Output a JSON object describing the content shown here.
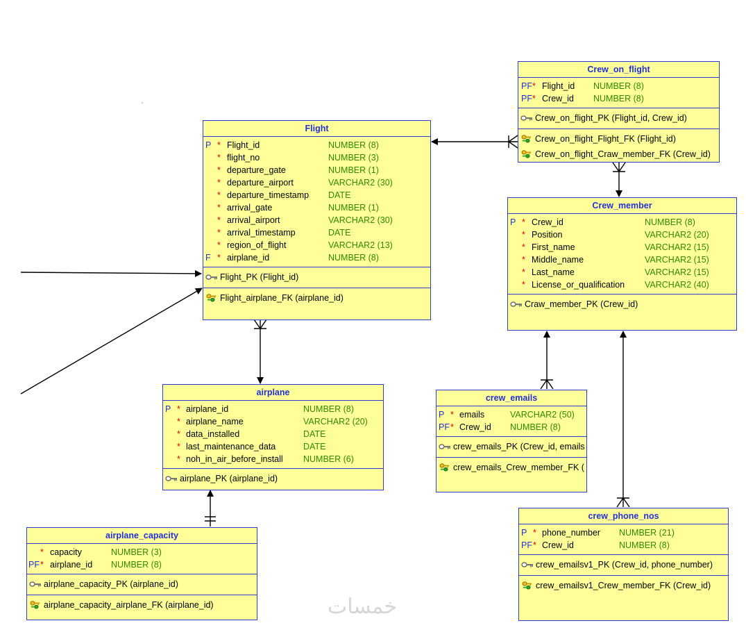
{
  "tables": {
    "crew_on_flight": {
      "title": "Crew_on_flight",
      "columns": [
        {
          "prefix": "PF",
          "star": "*",
          "name": "Flight_id",
          "type": "NUMBER (8)"
        },
        {
          "prefix": "PF",
          "star": "*",
          "name": "Crew_id",
          "type": "NUMBER (8)"
        }
      ],
      "pk": [
        "Crew_on_flight_PK (Flight_id, Crew_id)"
      ],
      "fk": [
        "Crew_on_flight_Flight_FK (Flight_id)",
        "Crew_on_flight_Craw_member_FK (Crew_id)"
      ]
    },
    "flight": {
      "title": "Flight",
      "columns": [
        {
          "prefix": "P",
          "star": "*",
          "name": "Flight_id",
          "type": "NUMBER (8)"
        },
        {
          "prefix": "",
          "star": "*",
          "name": "flight_no",
          "type": "NUMBER (3)"
        },
        {
          "prefix": "",
          "star": "*",
          "name": "departure_gate",
          "type": "NUMBER (1)"
        },
        {
          "prefix": "",
          "star": "*",
          "name": "departure_airport",
          "type": "VARCHAR2 (30)"
        },
        {
          "prefix": "",
          "star": "*",
          "name": "departure_timestamp",
          "type": "DATE"
        },
        {
          "prefix": "",
          "star": "*",
          "name": "arrival_gate",
          "type": "NUMBER (1)"
        },
        {
          "prefix": "",
          "star": "*",
          "name": "arrival_airport",
          "type": "VARCHAR2 (30)"
        },
        {
          "prefix": "",
          "star": "*",
          "name": "arrival_timestamp",
          "type": "DATE"
        },
        {
          "prefix": "",
          "star": "*",
          "name": "region_of_flight",
          "type": "VARCHAR2 (13)"
        },
        {
          "prefix": "F",
          "star": "*",
          "name": "airplane_id",
          "type": "NUMBER (8)"
        }
      ],
      "pk": [
        "Flight_PK (Flight_id)"
      ],
      "fk": [
        "Flight_airplane_FK (airplane_id)"
      ]
    },
    "crew_member": {
      "title": "Crew_member",
      "columns": [
        {
          "prefix": "P",
          "star": "*",
          "name": "Crew_id",
          "type": "NUMBER (8)"
        },
        {
          "prefix": "",
          "star": "*",
          "name": "Position",
          "type": "VARCHAR2 (20)"
        },
        {
          "prefix": "",
          "star": "*",
          "name": "First_name",
          "type": "VARCHAR2 (15)"
        },
        {
          "prefix": "",
          "star": "*",
          "name": "Middle_name",
          "type": "VARCHAR2 (15)"
        },
        {
          "prefix": "",
          "star": "*",
          "name": "Last_name",
          "type": "VARCHAR2 (15)"
        },
        {
          "prefix": "",
          "star": "*",
          "name": "License_or_qualification",
          "type": "VARCHAR2 (40)"
        }
      ],
      "pk": [
        "Craw_member_PK (Crew_id)"
      ],
      "fk": []
    },
    "airplane": {
      "title": "airplane",
      "columns": [
        {
          "prefix": "P",
          "star": "*",
          "name": "airplane_id",
          "type": "NUMBER (8)"
        },
        {
          "prefix": "",
          "star": "*",
          "name": "airplane_name",
          "type": "VARCHAR2 (20)"
        },
        {
          "prefix": "",
          "star": "*",
          "name": "data_installed",
          "type": "DATE"
        },
        {
          "prefix": "",
          "star": "*",
          "name": "last_maintenance_data",
          "type": "DATE"
        },
        {
          "prefix": "",
          "star": "*",
          "name": "noh_in_air_before_install",
          "type": "NUMBER (6)"
        }
      ],
      "pk": [
        "airplane_PK (airplane_id)"
      ],
      "fk": []
    },
    "crew_emails": {
      "title": "crew_emails",
      "columns": [
        {
          "prefix": "P",
          "star": "*",
          "name": "emails",
          "type": "VARCHAR2 (50)"
        },
        {
          "prefix": "PF",
          "star": "*",
          "name": "Crew_id",
          "type": "NUMBER (8)"
        }
      ],
      "pk": [
        "crew_emails_PK (Crew_id, emails"
      ],
      "fk": [
        "crew_emails_Crew_member_FK ("
      ]
    },
    "airplane_capacity": {
      "title": "airplane_capacity",
      "columns": [
        {
          "prefix": "",
          "star": "*",
          "name": "capacity",
          "type": "NUMBER (3)"
        },
        {
          "prefix": "PF",
          "star": "*",
          "name": "airplane_id",
          "type": "NUMBER (8)"
        }
      ],
      "pk": [
        "airplane_capacity_PK (airplane_id)"
      ],
      "fk": [
        "airplane_capacity_airplane_FK (airplane_id)"
      ]
    },
    "crew_phone_nos": {
      "title": "crew_phone_nos",
      "columns": [
        {
          "prefix": "P",
          "star": "*",
          "name": "phone_number",
          "type": "NUMBER (21)"
        },
        {
          "prefix": "PF",
          "star": "*",
          "name": "Crew_id",
          "type": "NUMBER (8)"
        }
      ],
      "pk": [
        "crew_emailsv1_PK (Crew_id, phone_number)"
      ],
      "fk": [
        "crew_emailsv1_Crew_member_FK (Crew_id)"
      ]
    }
  },
  "watermark": "خمسات",
  "colors": {
    "table_fill": "#ffff99",
    "table_border": "#2b3bd6",
    "title_text": "#2230d8",
    "type_text": "#2e8a00",
    "mandatory_star": "#e00000"
  }
}
